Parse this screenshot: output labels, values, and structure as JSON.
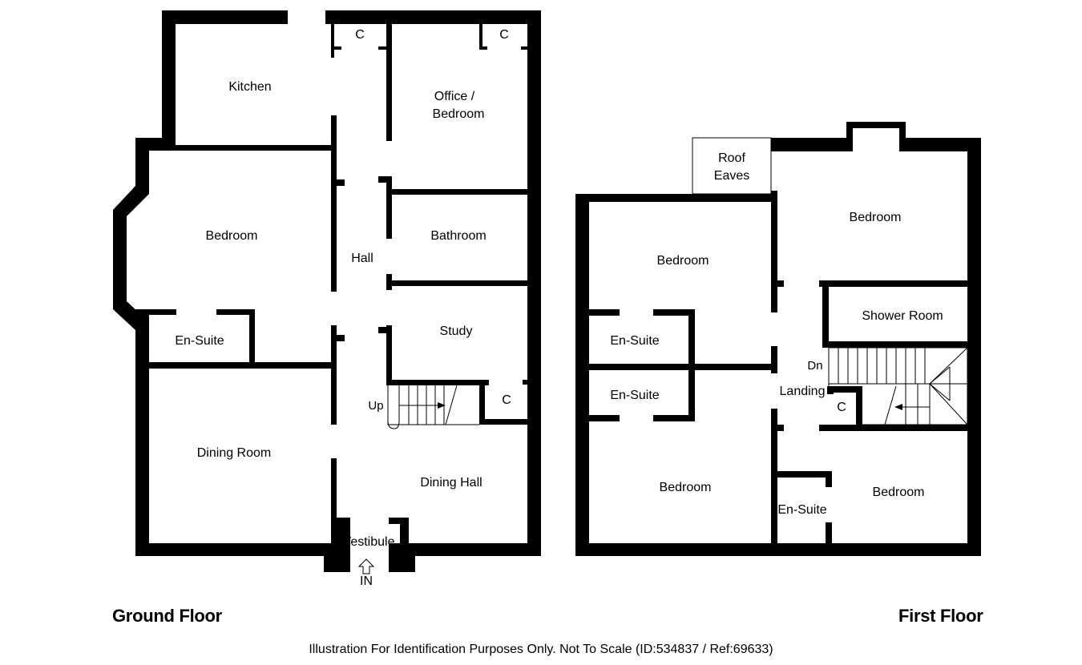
{
  "colors": {
    "wall": "#000000",
    "background": "#ffffff"
  },
  "ground_floor": {
    "title": "Ground Floor",
    "rooms": {
      "kitchen": "Kitchen",
      "closet_1": "C",
      "closet_2": "C",
      "office_line1": "Office /",
      "office_line2": "Bedroom",
      "bedroom": "Bedroom",
      "hall": "Hall",
      "bathroom": "Bathroom",
      "en_suite": "En-Suite",
      "study": "Study",
      "up": "Up",
      "closet_3": "C",
      "dining_room": "Dining Room",
      "dining_hall": "Dining Hall",
      "vestibule": "Vestibule",
      "entrance": "IN"
    }
  },
  "first_floor": {
    "title": "First Floor",
    "rooms": {
      "roof_line1": "Roof",
      "roof_line2": "Eaves",
      "bedroom_top_right": "Bedroom",
      "bedroom_top_left": "Bedroom",
      "shower_room": "Shower Room",
      "en_suite_1": "En-Suite",
      "down": "Dn",
      "landing": "Landing",
      "en_suite_2": "En-Suite",
      "closet": "C",
      "bedroom_bottom_left": "Bedroom",
      "bedroom_bottom_right": "Bedroom",
      "en_suite_3": "En-Suite"
    }
  },
  "footer": {
    "disclaimer": "Illustration For Identification Purposes Only. Not To Scale (ID:534837 / Ref:69633)"
  }
}
